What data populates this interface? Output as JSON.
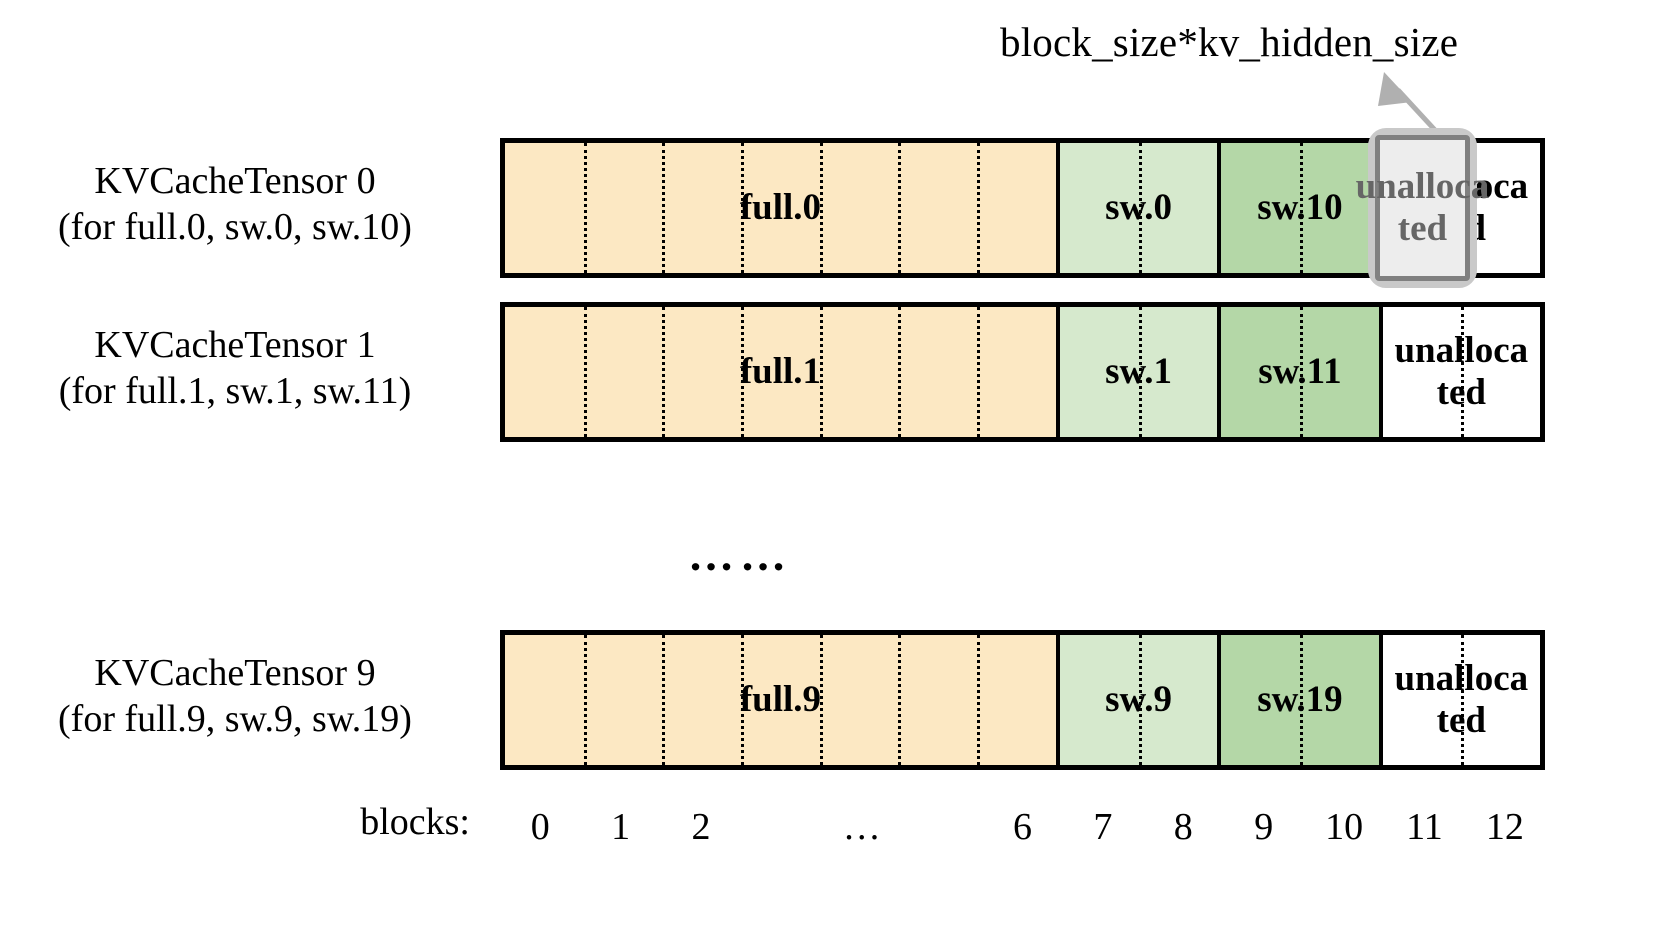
{
  "callout": {
    "text": "block_size*kv_hidden_size",
    "arrow_color": "#b0b0b0"
  },
  "colors": {
    "full": "#fce8c3",
    "sw_light": "#d6e9cd",
    "sw_dark": "#b4d7a7",
    "unallocated": "#ffffff",
    "border": "#000000",
    "highlight_border": "#c9c9c9",
    "highlight_inner_border": "#808080",
    "highlight_fill": "#ededed",
    "highlight_text": "#666666"
  },
  "rows": [
    {
      "label_line1": "KVCacheTensor 0",
      "label_line2": "(for full.0, sw.0, sw.10)",
      "segments": [
        {
          "label": "full.0",
          "blocks": 7,
          "style": "full"
        },
        {
          "label": "sw.0",
          "blocks": 2,
          "style": "sw_light"
        },
        {
          "label": "sw.10",
          "blocks": 2,
          "style": "sw_dark"
        },
        {
          "label": "unalloca ted",
          "blocks": 2,
          "style": "unallocated"
        }
      ],
      "highlighted": true
    },
    {
      "label_line1": "KVCacheTensor 1",
      "label_line2": "(for full.1, sw.1, sw.11)",
      "segments": [
        {
          "label": "full.1",
          "blocks": 7,
          "style": "full"
        },
        {
          "label": "sw.1",
          "blocks": 2,
          "style": "sw_light"
        },
        {
          "label": "sw.11",
          "blocks": 2,
          "style": "sw_dark"
        },
        {
          "label": "unalloca ted",
          "blocks": 2,
          "style": "unallocated"
        }
      ],
      "highlighted": false
    },
    {
      "label_line1": "KVCacheTensor 9",
      "label_line2": "(for full.9, sw.9, sw.19)",
      "segments": [
        {
          "label": "full.9",
          "blocks": 7,
          "style": "full"
        },
        {
          "label": "sw.9",
          "blocks": 2,
          "style": "sw_light"
        },
        {
          "label": "sw.19",
          "blocks": 2,
          "style": "sw_dark"
        },
        {
          "label": "unalloca ted",
          "blocks": 2,
          "style": "unallocated"
        }
      ],
      "highlighted": false
    }
  ],
  "ellipsis": "……",
  "axis": {
    "title": "blocks:",
    "ticks": [
      "0",
      "1",
      "2",
      "…",
      "6",
      "7",
      "8",
      "9",
      "10",
      "11",
      "12"
    ]
  },
  "highlight_label": "unalloca ted"
}
